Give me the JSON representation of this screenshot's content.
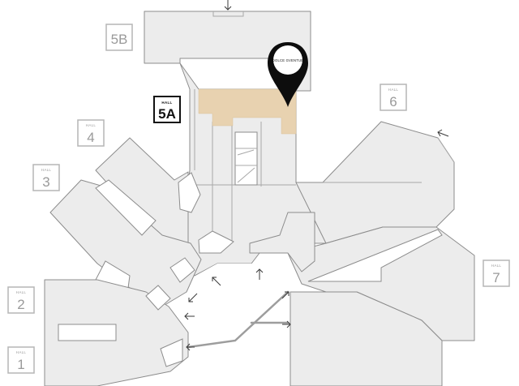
{
  "map": {
    "halls": [
      {
        "id": "hall-5b",
        "small": "",
        "number": "5B"
      },
      {
        "id": "hall-5a",
        "small": "HALL",
        "number": "5A",
        "active": true
      },
      {
        "id": "hall-6",
        "small": "HALL",
        "number": "6"
      },
      {
        "id": "hall-4",
        "small": "HALL",
        "number": "4"
      },
      {
        "id": "hall-3",
        "small": "HALL",
        "number": "3"
      },
      {
        "id": "hall-2",
        "small": "HALL",
        "number": "2"
      },
      {
        "id": "hall-1",
        "small": "HALL",
        "number": "1"
      },
      {
        "id": "hall-7",
        "small": "HALL",
        "number": "7"
      }
    ],
    "marker": {
      "label": "DOLCE GVENTUE",
      "hall": "5A"
    },
    "colors": {
      "floor": "#ececec",
      "outline": "#8c8c8c",
      "booth": "#e8d2b0",
      "marker": "#0d0d0d",
      "active_hall": "#111111",
      "hall_label": "#9a9a9a"
    },
    "icons": [
      "entrance-arrow-icon",
      "map-pin-icon"
    ]
  }
}
